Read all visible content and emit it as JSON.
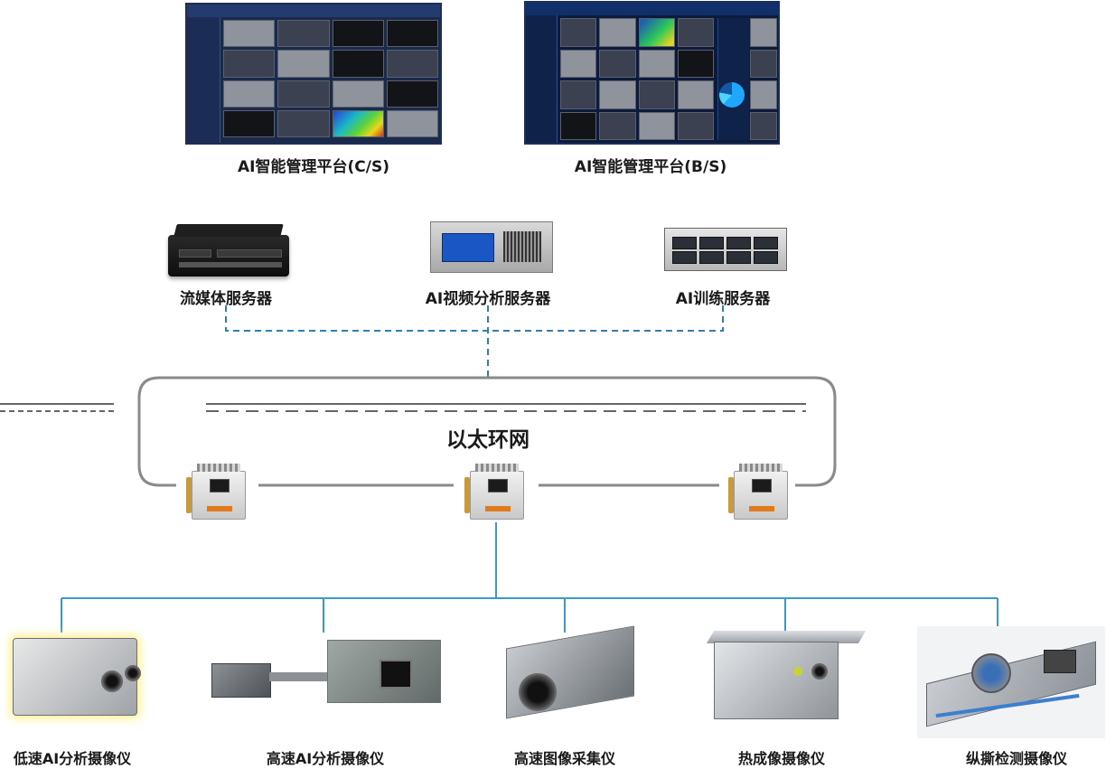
{
  "platforms": {
    "cs_label": "AI智能管理平台(C/S)",
    "bs_label": "AI智能管理平台(B/S)"
  },
  "servers": {
    "streaming_label": "流媒体服务器",
    "video_analysis_label": "AI视频分析服务器",
    "training_label": "AI训练服务器"
  },
  "network": {
    "ring_label": "以太环网"
  },
  "cameras": {
    "low_speed_label": "低速AI分析摄像仪",
    "high_speed_label": "高速AI分析摄像仪",
    "image_capture_label": "高速图像采集仪",
    "thermal_label": "热成像摄像仪",
    "tear_detection_label": "纵撕检测摄像仪"
  },
  "colors": {
    "dashed_link": "#2f7fb3",
    "ring_line": "#8a8a8a",
    "solid_link": "#3a9bc4",
    "label_text": "#1a1a1a"
  }
}
